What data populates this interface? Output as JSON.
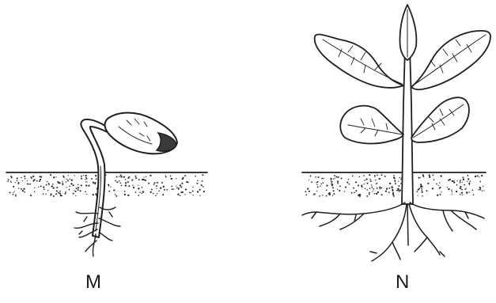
{
  "figure": {
    "panels": [
      {
        "id": "M",
        "label": "M"
      },
      {
        "id": "N",
        "label": "N"
      }
    ]
  }
}
